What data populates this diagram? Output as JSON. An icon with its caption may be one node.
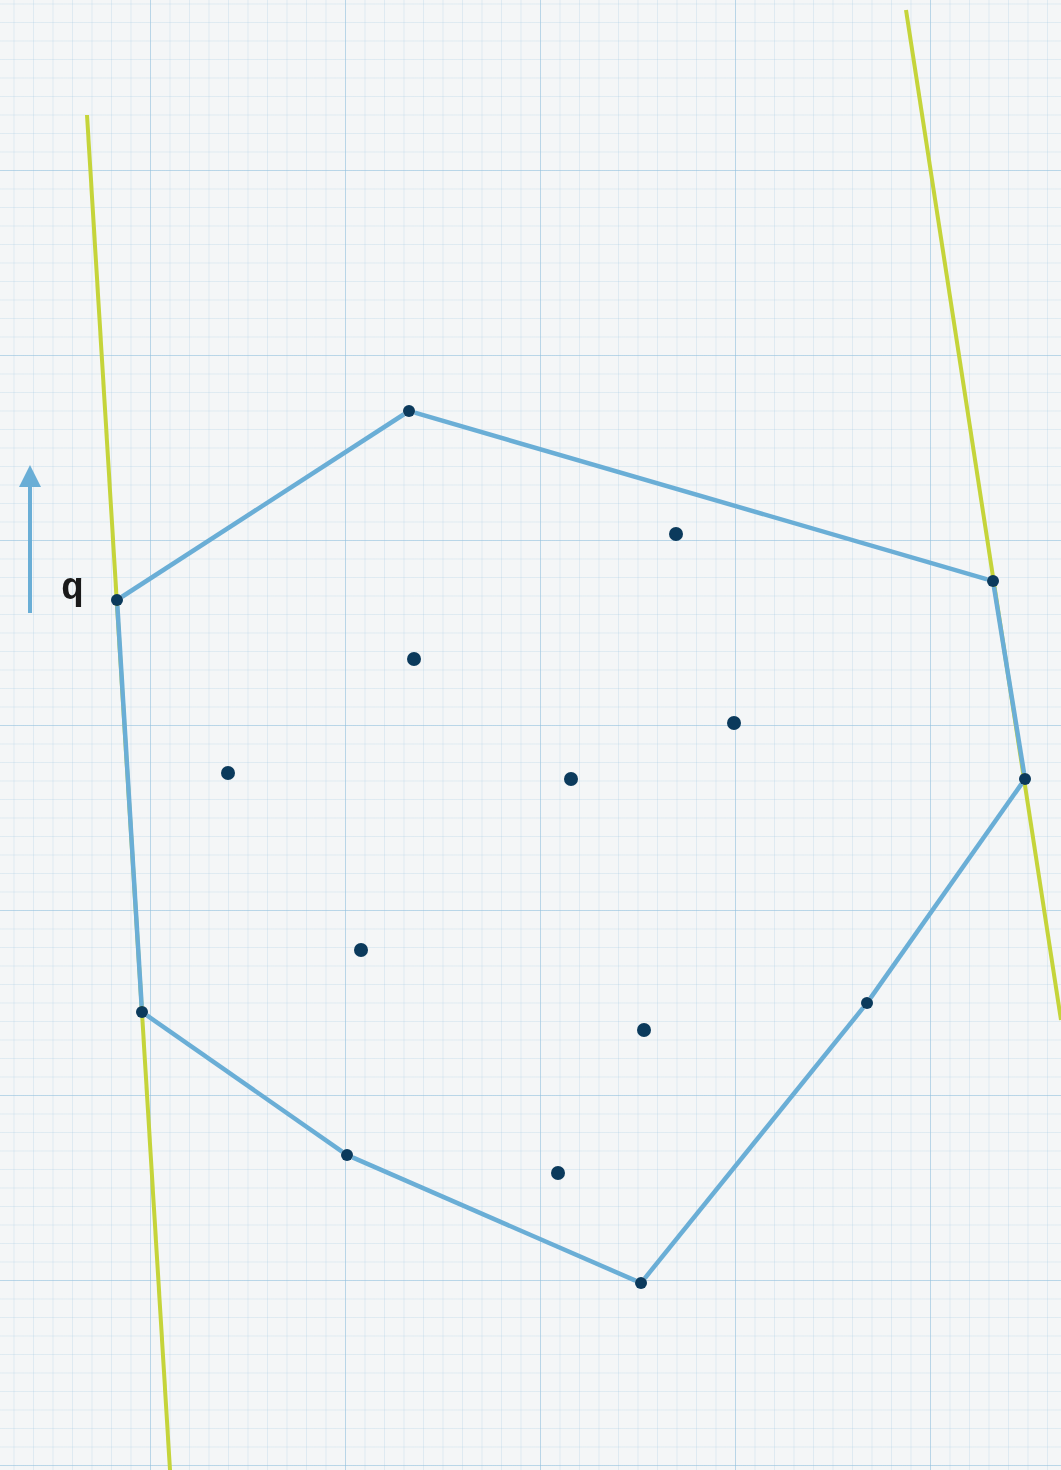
{
  "diagram": {
    "nodes": [
      {
        "text": [],
        "shape": "circle"
      },
      {
        "text": [],
        "shape": "circle"
      },
      {
        "text": [],
        "shape": "circle"
      },
      {
        "text": [],
        "shape": "circle",
        "beside": [
          "q"
        ]
      },
      {
        "text": [],
        "shape": "circle"
      },
      {
        "text": [],
        "shape": "circle"
      },
      {
        "text": [],
        "shape": "circle"
      },
      {
        "text": [],
        "shape": "circle"
      },
      {
        "text": [],
        "shape": "circle"
      },
      {
        "text": [],
        "shape": "circle"
      },
      {
        "text": [],
        "shape": "circle"
      },
      {
        "text": [],
        "shape": "circle"
      },
      {
        "text": [],
        "shape": "circle"
      },
      {
        "text": [],
        "shape": "circle"
      },
      {
        "text": [],
        "shape": "circle"
      },
      {
        "text": [],
        "shape": "circle"
      }
    ],
    "edges": [
      {
        "from": 3,
        "to": 0,
        "arrow": "none"
      },
      {
        "from": 0,
        "to": 2,
        "arrow": "none"
      },
      {
        "from": 2,
        "to": 8,
        "arrow": "none"
      },
      {
        "from": 8,
        "to": 10,
        "arrow": "none"
      },
      {
        "from": 10,
        "to": 15,
        "arrow": "none"
      },
      {
        "from": 15,
        "to": 13,
        "arrow": "none"
      },
      {
        "from": 13,
        "to": 11,
        "arrow": "none"
      },
      {
        "from": 11,
        "to": 3,
        "arrow": "none"
      }
    ]
  }
}
